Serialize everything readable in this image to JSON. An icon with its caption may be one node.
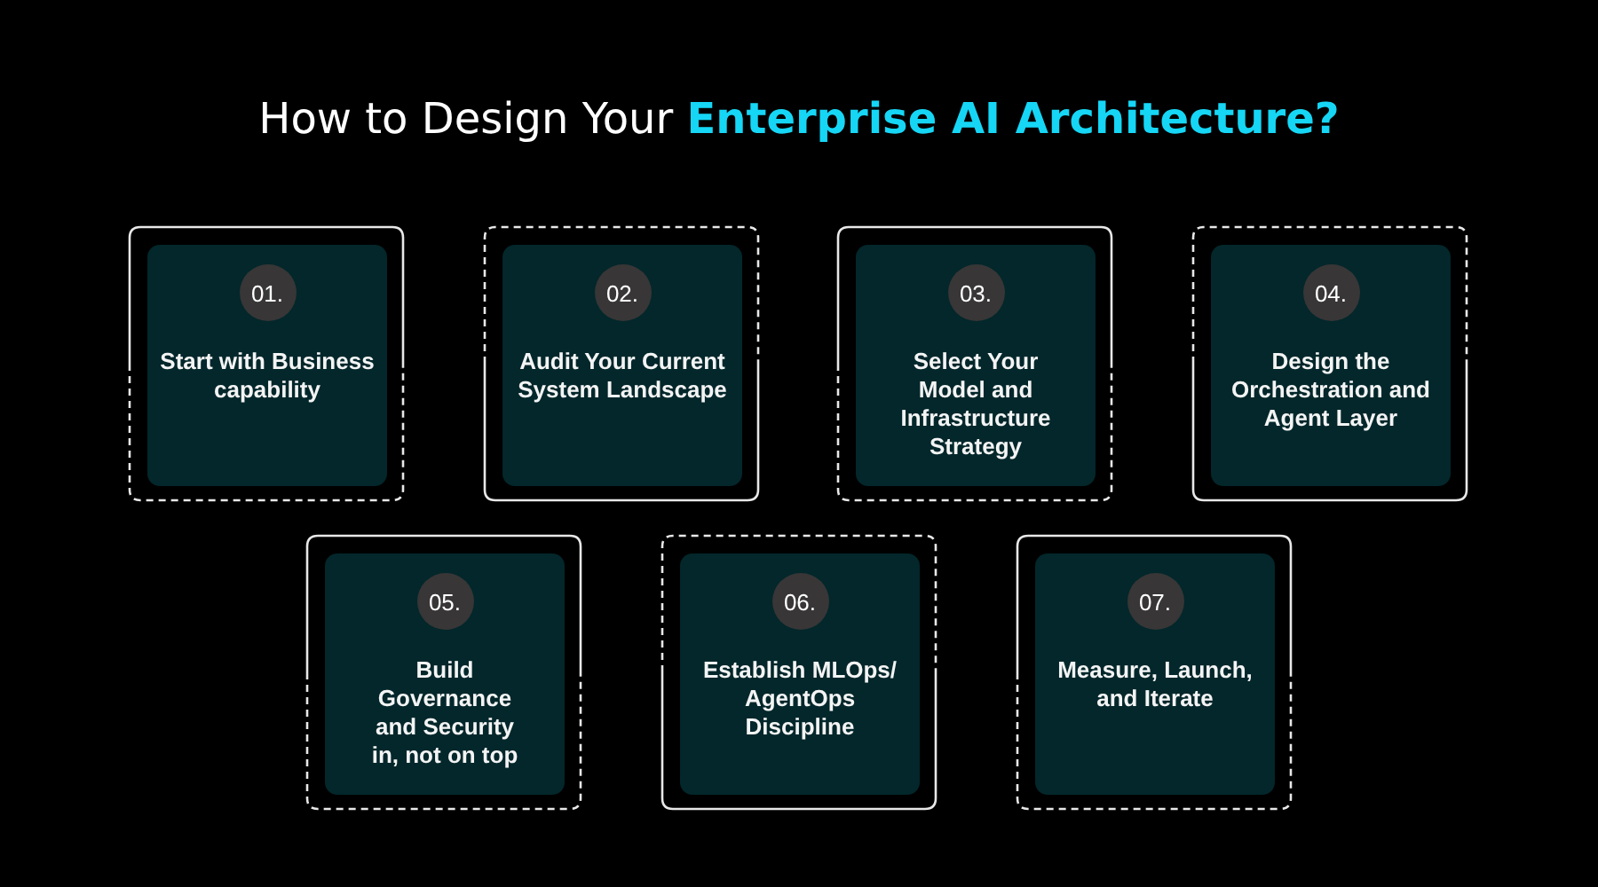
{
  "diagram": {
    "title": "How to Design Your **Enterprise AI Architecture?**",
    "nodes": [
      {
        "text": [
          "Start with Business capability"
        ]
      },
      {
        "text": [
          "01."
        ],
        "in": 0
      },
      {
        "text": [
          "Audit Your Current System Landscape"
        ]
      },
      {
        "text": [
          "02."
        ],
        "in": 2
      },
      {
        "text": [
          "Select Your Model and Infrastructure Strategy"
        ]
      },
      {
        "text": [
          "03."
        ],
        "in": 4
      },
      {
        "text": [
          "Design the Orchestration and Agent Layer"
        ]
      },
      {
        "text": [
          "04."
        ],
        "in": 6
      },
      {
        "text": [
          "Build Governance and Security in, not on top"
        ]
      },
      {
        "text": [
          "05."
        ],
        "in": 8
      },
      {
        "text": [
          "Establish MLOps/ AgentOps Discipline"
        ]
      },
      {
        "text": [
          "06."
        ],
        "in": 10
      },
      {
        "text": [
          "Measure, Launch, and Iterate"
        ]
      },
      {
        "text": [
          "07."
        ],
        "in": 12
      }
    ]
  }
}
